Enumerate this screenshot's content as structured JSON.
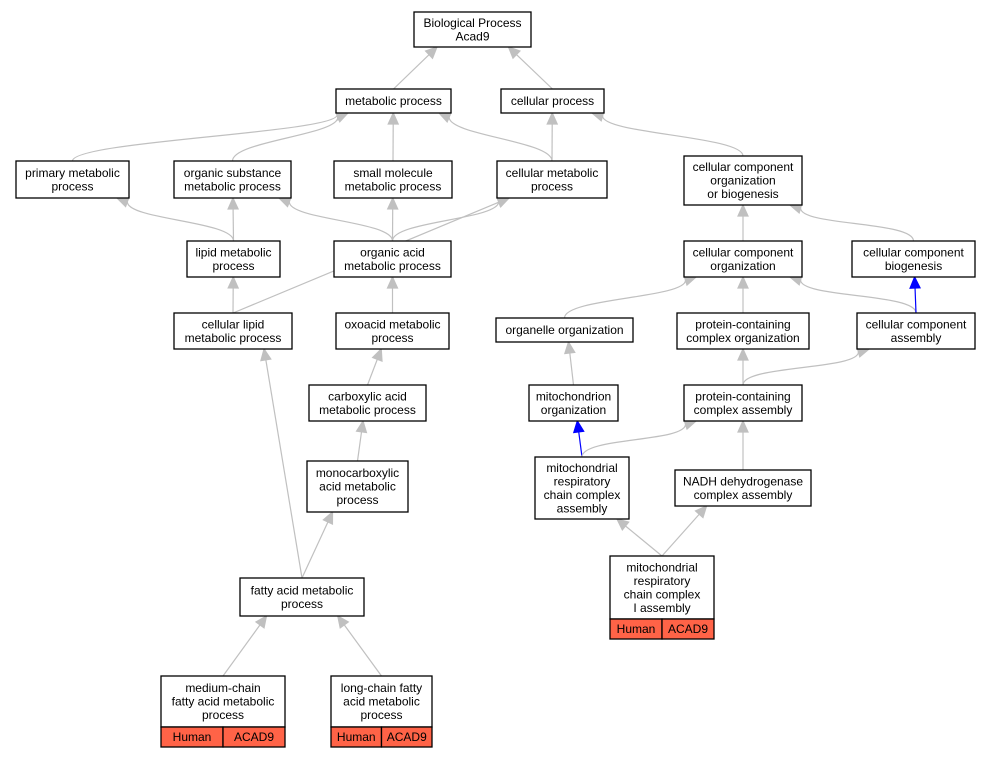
{
  "colors": {
    "edge_default": "#c0c0c0",
    "edge_highlight": "#0000ff",
    "annotation_fill": "#ff6347",
    "node_border": "#000000"
  },
  "nodes": {
    "bp": {
      "lines": [
        "Biological Process",
        "Acad9"
      ]
    },
    "met": {
      "lines": [
        "metabolic process"
      ]
    },
    "cel": {
      "lines": [
        "cellular process"
      ]
    },
    "pmp": {
      "lines": [
        "primary metabolic",
        "process"
      ]
    },
    "osmp": {
      "lines": [
        "organic substance",
        "metabolic process"
      ]
    },
    "smmp": {
      "lines": [
        "small molecule",
        "metabolic process"
      ]
    },
    "cmp": {
      "lines": [
        "cellular metabolic",
        "process"
      ]
    },
    "ccob": {
      "lines": [
        "cellular component",
        "organization",
        "or biogenesis"
      ]
    },
    "lmp": {
      "lines": [
        "lipid metabolic",
        "process"
      ]
    },
    "oamp": {
      "lines": [
        "organic acid",
        "metabolic process"
      ]
    },
    "cco": {
      "lines": [
        "cellular component",
        "organization"
      ]
    },
    "ccb": {
      "lines": [
        "cellular component",
        "biogenesis"
      ]
    },
    "clmp": {
      "lines": [
        "cellular lipid",
        "metabolic process"
      ]
    },
    "oxmp": {
      "lines": [
        "oxoacid metabolic",
        "process"
      ]
    },
    "oo": {
      "lines": [
        "organelle organization"
      ]
    },
    "pco": {
      "lines": [
        "protein-containing",
        "complex organization"
      ]
    },
    "cca": {
      "lines": [
        "cellular component",
        "assembly"
      ]
    },
    "camp": {
      "lines": [
        "carboxylic acid",
        "metabolic process"
      ]
    },
    "mo": {
      "lines": [
        "mitochondrion",
        "organization"
      ]
    },
    "pca": {
      "lines": [
        "protein-containing",
        "complex assembly"
      ]
    },
    "mcmp": {
      "lines": [
        "monocarboxylic",
        "acid metabolic",
        "process"
      ]
    },
    "mrcca": {
      "lines": [
        "mitochondrial",
        "respiratory",
        "chain complex",
        "assembly"
      ]
    },
    "ndca": {
      "lines": [
        "NADH dehydrogenase",
        "complex assembly"
      ]
    },
    "famp": {
      "lines": [
        "fatty acid metabolic",
        "process"
      ]
    },
    "mrcci": {
      "lines": [
        "mitochondrial",
        "respiratory",
        "chain complex",
        "I assembly"
      ],
      "annotation": {
        "species": "Human",
        "gene": "ACAD9"
      }
    },
    "mcfa": {
      "lines": [
        "medium-chain",
        "fatty acid metabolic",
        "process"
      ],
      "annotation": {
        "species": "Human",
        "gene": "ACAD9"
      }
    },
    "lcfa": {
      "lines": [
        "long-chain fatty",
        "acid metabolic",
        "process"
      ],
      "annotation": {
        "species": "Human",
        "gene": "ACAD9"
      }
    }
  },
  "edges": [
    {
      "from": "met",
      "to": "bp",
      "type": "is_a"
    },
    {
      "from": "cel",
      "to": "bp",
      "type": "is_a"
    },
    {
      "from": "pmp",
      "to": "met",
      "type": "is_a"
    },
    {
      "from": "osmp",
      "to": "met",
      "type": "is_a"
    },
    {
      "from": "smmp",
      "to": "met",
      "type": "is_a"
    },
    {
      "from": "cmp",
      "to": "met",
      "type": "is_a"
    },
    {
      "from": "cmp",
      "to": "cel",
      "type": "is_a"
    },
    {
      "from": "ccob",
      "to": "cel",
      "type": "is_a"
    },
    {
      "from": "lmp",
      "to": "pmp",
      "type": "is_a"
    },
    {
      "from": "lmp",
      "to": "osmp",
      "type": "is_a"
    },
    {
      "from": "oamp",
      "to": "osmp",
      "type": "is_a"
    },
    {
      "from": "oamp",
      "to": "smmp",
      "type": "is_a"
    },
    {
      "from": "oamp",
      "to": "cmp",
      "type": "is_a"
    },
    {
      "from": "cco",
      "to": "ccob",
      "type": "is_a"
    },
    {
      "from": "ccb",
      "to": "ccob",
      "type": "is_a"
    },
    {
      "from": "clmp",
      "to": "lmp",
      "type": "is_a"
    },
    {
      "from": "clmp",
      "to": "cmp",
      "type": "is_a"
    },
    {
      "from": "oxmp",
      "to": "oamp",
      "type": "is_a"
    },
    {
      "from": "oo",
      "to": "cco",
      "type": "is_a"
    },
    {
      "from": "pco",
      "to": "cco",
      "type": "is_a"
    },
    {
      "from": "cca",
      "to": "cco",
      "type": "is_a"
    },
    {
      "from": "cca",
      "to": "ccb",
      "type": "part_of"
    },
    {
      "from": "camp",
      "to": "oxmp",
      "type": "is_a"
    },
    {
      "from": "mo",
      "to": "oo",
      "type": "is_a"
    },
    {
      "from": "pca",
      "to": "pco",
      "type": "is_a"
    },
    {
      "from": "pca",
      "to": "cca",
      "type": "is_a"
    },
    {
      "from": "mcmp",
      "to": "camp",
      "type": "is_a"
    },
    {
      "from": "mrcca",
      "to": "mo",
      "type": "part_of"
    },
    {
      "from": "mrcca",
      "to": "pca",
      "type": "is_a"
    },
    {
      "from": "ndca",
      "to": "pca",
      "type": "is_a"
    },
    {
      "from": "famp",
      "to": "clmp",
      "type": "is_a"
    },
    {
      "from": "famp",
      "to": "mcmp",
      "type": "is_a"
    },
    {
      "from": "mrcci",
      "to": "mrcca",
      "type": "is_a"
    },
    {
      "from": "mrcci",
      "to": "ndca",
      "type": "is_a"
    },
    {
      "from": "mcfa",
      "to": "famp",
      "type": "is_a"
    },
    {
      "from": "lcfa",
      "to": "famp",
      "type": "is_a"
    }
  ]
}
